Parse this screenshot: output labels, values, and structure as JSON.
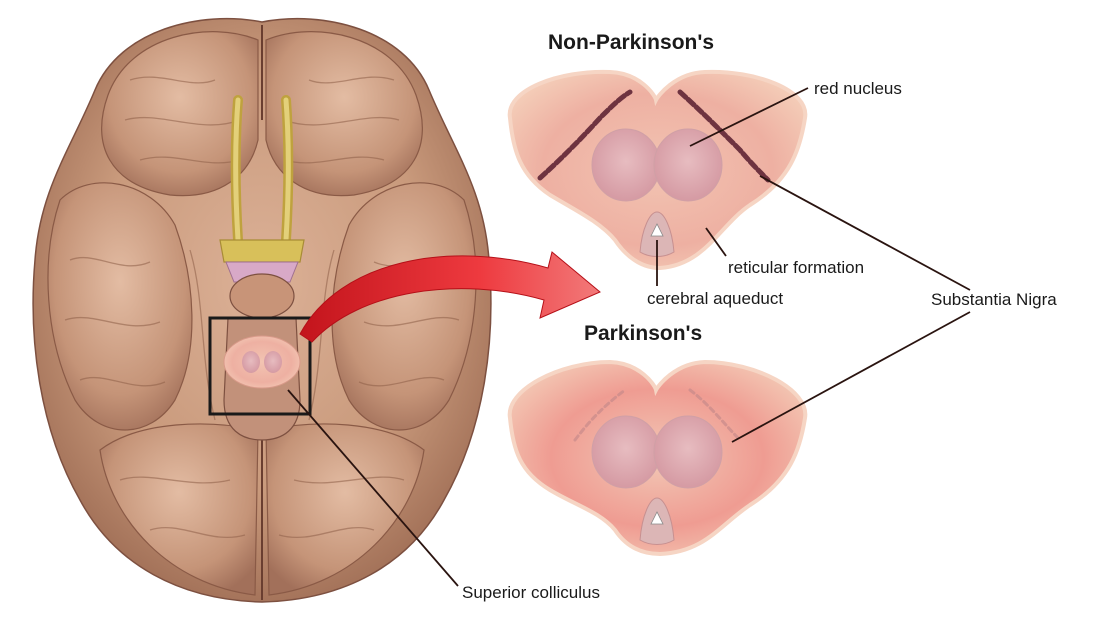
{
  "headings": {
    "non_parkinsons": "Non-Parkinson's",
    "parkinsons": "Parkinson's"
  },
  "labels": {
    "red_nucleus": "red nucleus",
    "reticular_formation": "reticular formation",
    "cerebral_aqueduct": "cerebral aqueduct",
    "substantia_nigra": "Substantia Nigra",
    "superior_colliculus": "Superior colliculus"
  },
  "colors": {
    "brain_base": "#c99a7c",
    "brain_shadow": "#8e5f48",
    "brain_highlight": "#e6c2a6",
    "section_fill": "#efb3a3",
    "section_edge": "#f3c7b4",
    "section_pink": "#e88b86",
    "nucleus": "#dca8ae",
    "nigra_dark": "#6e3340",
    "arrow_red": "#e8232b",
    "leader": "#2a1410",
    "nerve_yellow": "#d8c05a"
  }
}
